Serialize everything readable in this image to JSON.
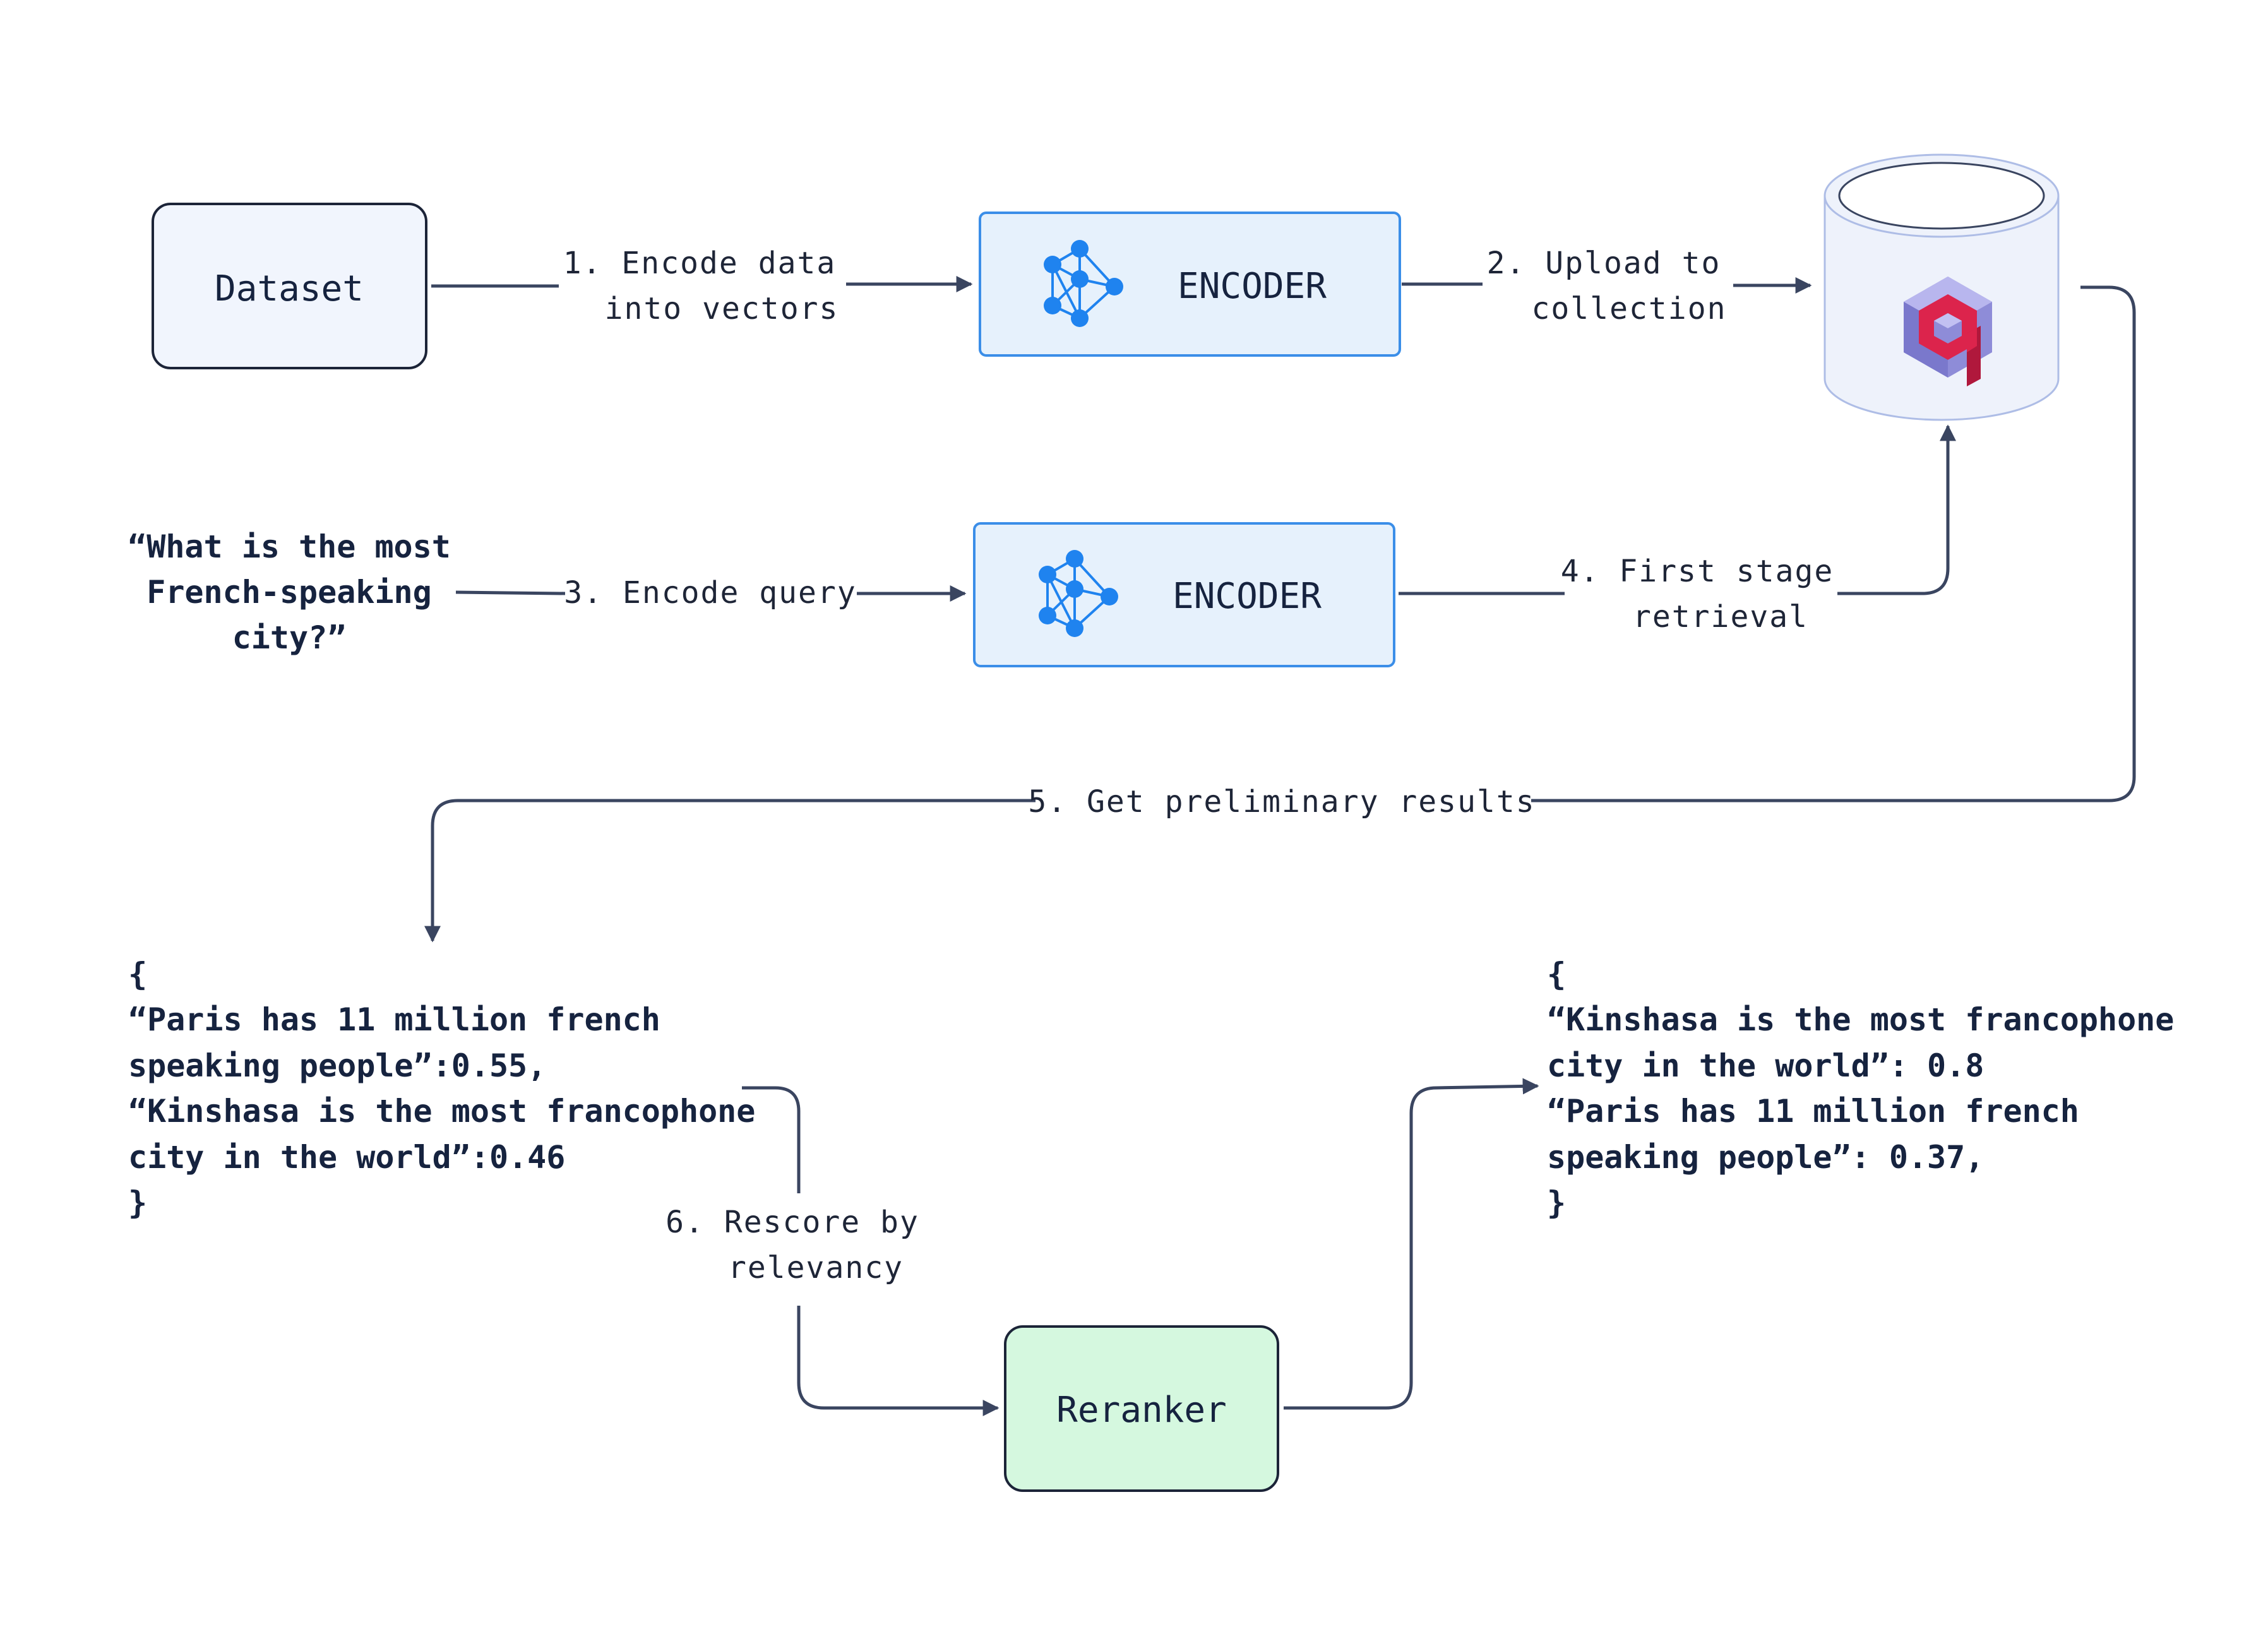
{
  "nodes": {
    "dataset": "Dataset",
    "encoder_1": "ENCODER",
    "encoder_2": "ENCODER",
    "reranker": "Reranker",
    "query_lines": [
      "“What is the most",
      "French-speaking",
      "city?”"
    ]
  },
  "steps": {
    "step1": [
      "1. Encode data",
      "into vectors"
    ],
    "step2": [
      "2. Upload to",
      "collection"
    ],
    "step3": [
      "3. Encode query"
    ],
    "step4": [
      "4. First stage",
      "retrieval"
    ],
    "step5": [
      "5. Get preliminary results"
    ],
    "step6": [
      "6. Rescore by",
      "relevancy"
    ]
  },
  "results": {
    "preliminary": [
      "{",
      "“Paris has 11 million french",
      "speaking people”:0.55,",
      "“Kinshasa is the most francophone",
      "city in the world”:0.46",
      "}"
    ],
    "reranked": [
      "{",
      "“Kinshasa is the most francophone",
      "city in the world”: 0.8",
      "“Paris has 11 million french",
      "speaking people”: 0.37,",
      "}"
    ]
  },
  "icons": {
    "encoder": "neural-network-icon",
    "database": "database-cylinder-icon",
    "logo": "qdrant-logo-icon"
  },
  "colors": {
    "line": "#3a4560",
    "text": "#16233f",
    "dataset_fill": "#f1f5fd",
    "encoder_fill": "#e6f1fc",
    "encoder_stroke": "#3b8ee8",
    "reranker_fill": "#d5f8df",
    "node_icon": "#1f83ef",
    "logo_red": "#dc244c",
    "logo_purple": "#8e8cd8"
  }
}
